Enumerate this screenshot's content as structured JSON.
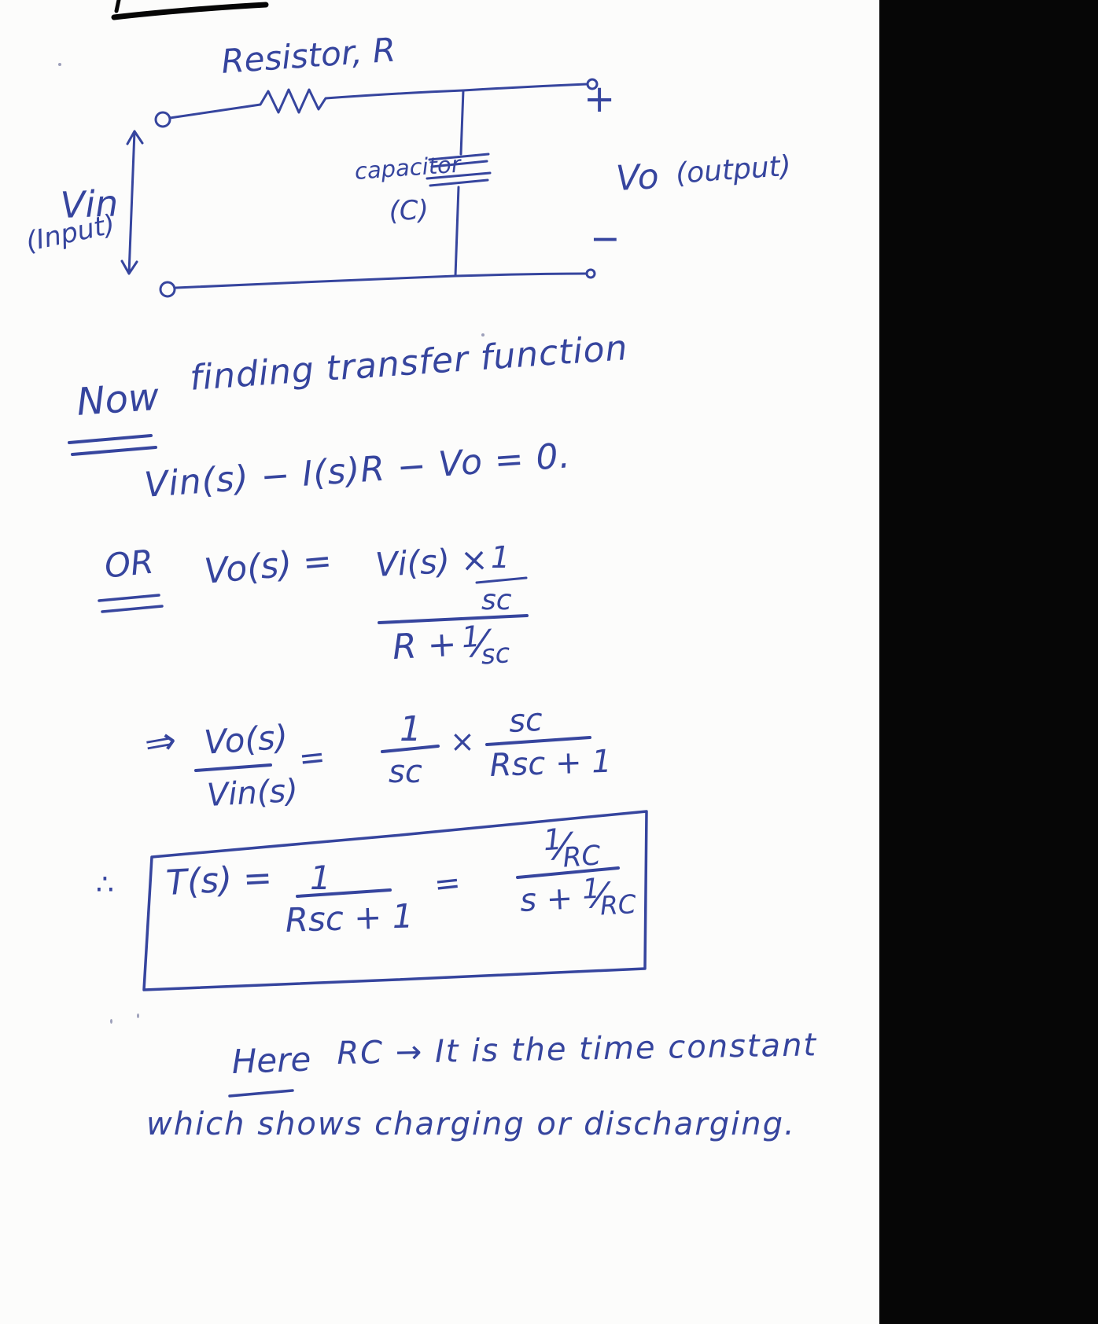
{
  "page": {
    "paper_color": "#fcfcfb",
    "ink_color": "#36459e",
    "scanner_band_color": "#060606"
  },
  "notation": {
    "slash": "⁄"
  },
  "circuit": {
    "resistor_label": "Resistor, R",
    "capacitor_label": "capacitor",
    "capacitor_designator": "(C)",
    "input_label": "Vin",
    "input_sub_label": "(Input)",
    "plus_sign": "+",
    "output_label": "Vo",
    "output_sub_label": "(output)",
    "minus_sign": "−"
  },
  "derivation": {
    "heading_word": "Now",
    "heading_rest": "finding transfer function",
    "kvl_equation": "Vin(s) − I(s)R − Vo = 0.",
    "or_word": "OR",
    "vo_eq": {
      "lhs": "Vo(s) =",
      "num_term": "Vi(s) ×",
      "num_frac_num": "1",
      "num_frac_den": "sc",
      "den_term": "R +",
      "den_frac_num": "1",
      "den_frac_den": "sc"
    },
    "ratio_eq": {
      "implies": "⇒",
      "lhs_num": "Vo(s)",
      "lhs_den": "Vin(s)",
      "equals": "=",
      "f1_num": "1",
      "f1_den": "sc",
      "times": "×",
      "f2_num": "sc",
      "f2_den": "Rsc + 1"
    },
    "therefore": "∴",
    "transfer_eq": {
      "lhs": "T(s) =",
      "f1_num": "1",
      "f1_den": "Rsc + 1",
      "equals": "=",
      "f2_num_num": "1",
      "f2_num_den": "RC",
      "f2_den_pre": "s +",
      "f2_den_num": "1",
      "f2_den_den": "RC"
    }
  },
  "note": {
    "lead_word": "Here",
    "line1": "RC → It is the time constant",
    "line2": "which shows charging or discharging."
  }
}
